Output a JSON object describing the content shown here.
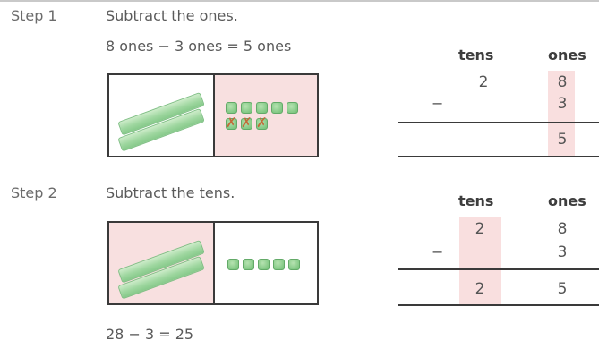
{
  "step1": {
    "label": "Step 1",
    "instruction": "Subtract the ones.",
    "equation": "8 ones − 3 ones = 5 ones",
    "table": {
      "headers": [
        "tens",
        "ones"
      ],
      "minus": "−",
      "tens_top": "2",
      "ones_top": "8",
      "ones_sub": "3",
      "ones_result": "5"
    }
  },
  "step2": {
    "label": "Step 2",
    "instruction": "Subtract the tens.",
    "table": {
      "headers": [
        "tens",
        "ones"
      ],
      "minus": "−",
      "tens_top": "2",
      "ones_top": "8",
      "ones_sub": "3",
      "tens_result": "2",
      "ones_result": "5"
    }
  },
  "final_equation": "28 − 3 = 25",
  "colors": {
    "highlight": "#f9dfdf",
    "block_green": "#9fd7a0",
    "line": "#3a3a3a"
  },
  "icons": [
    "ten-rod-icon",
    "unit-cube-icon",
    "cross-out-icon"
  ]
}
